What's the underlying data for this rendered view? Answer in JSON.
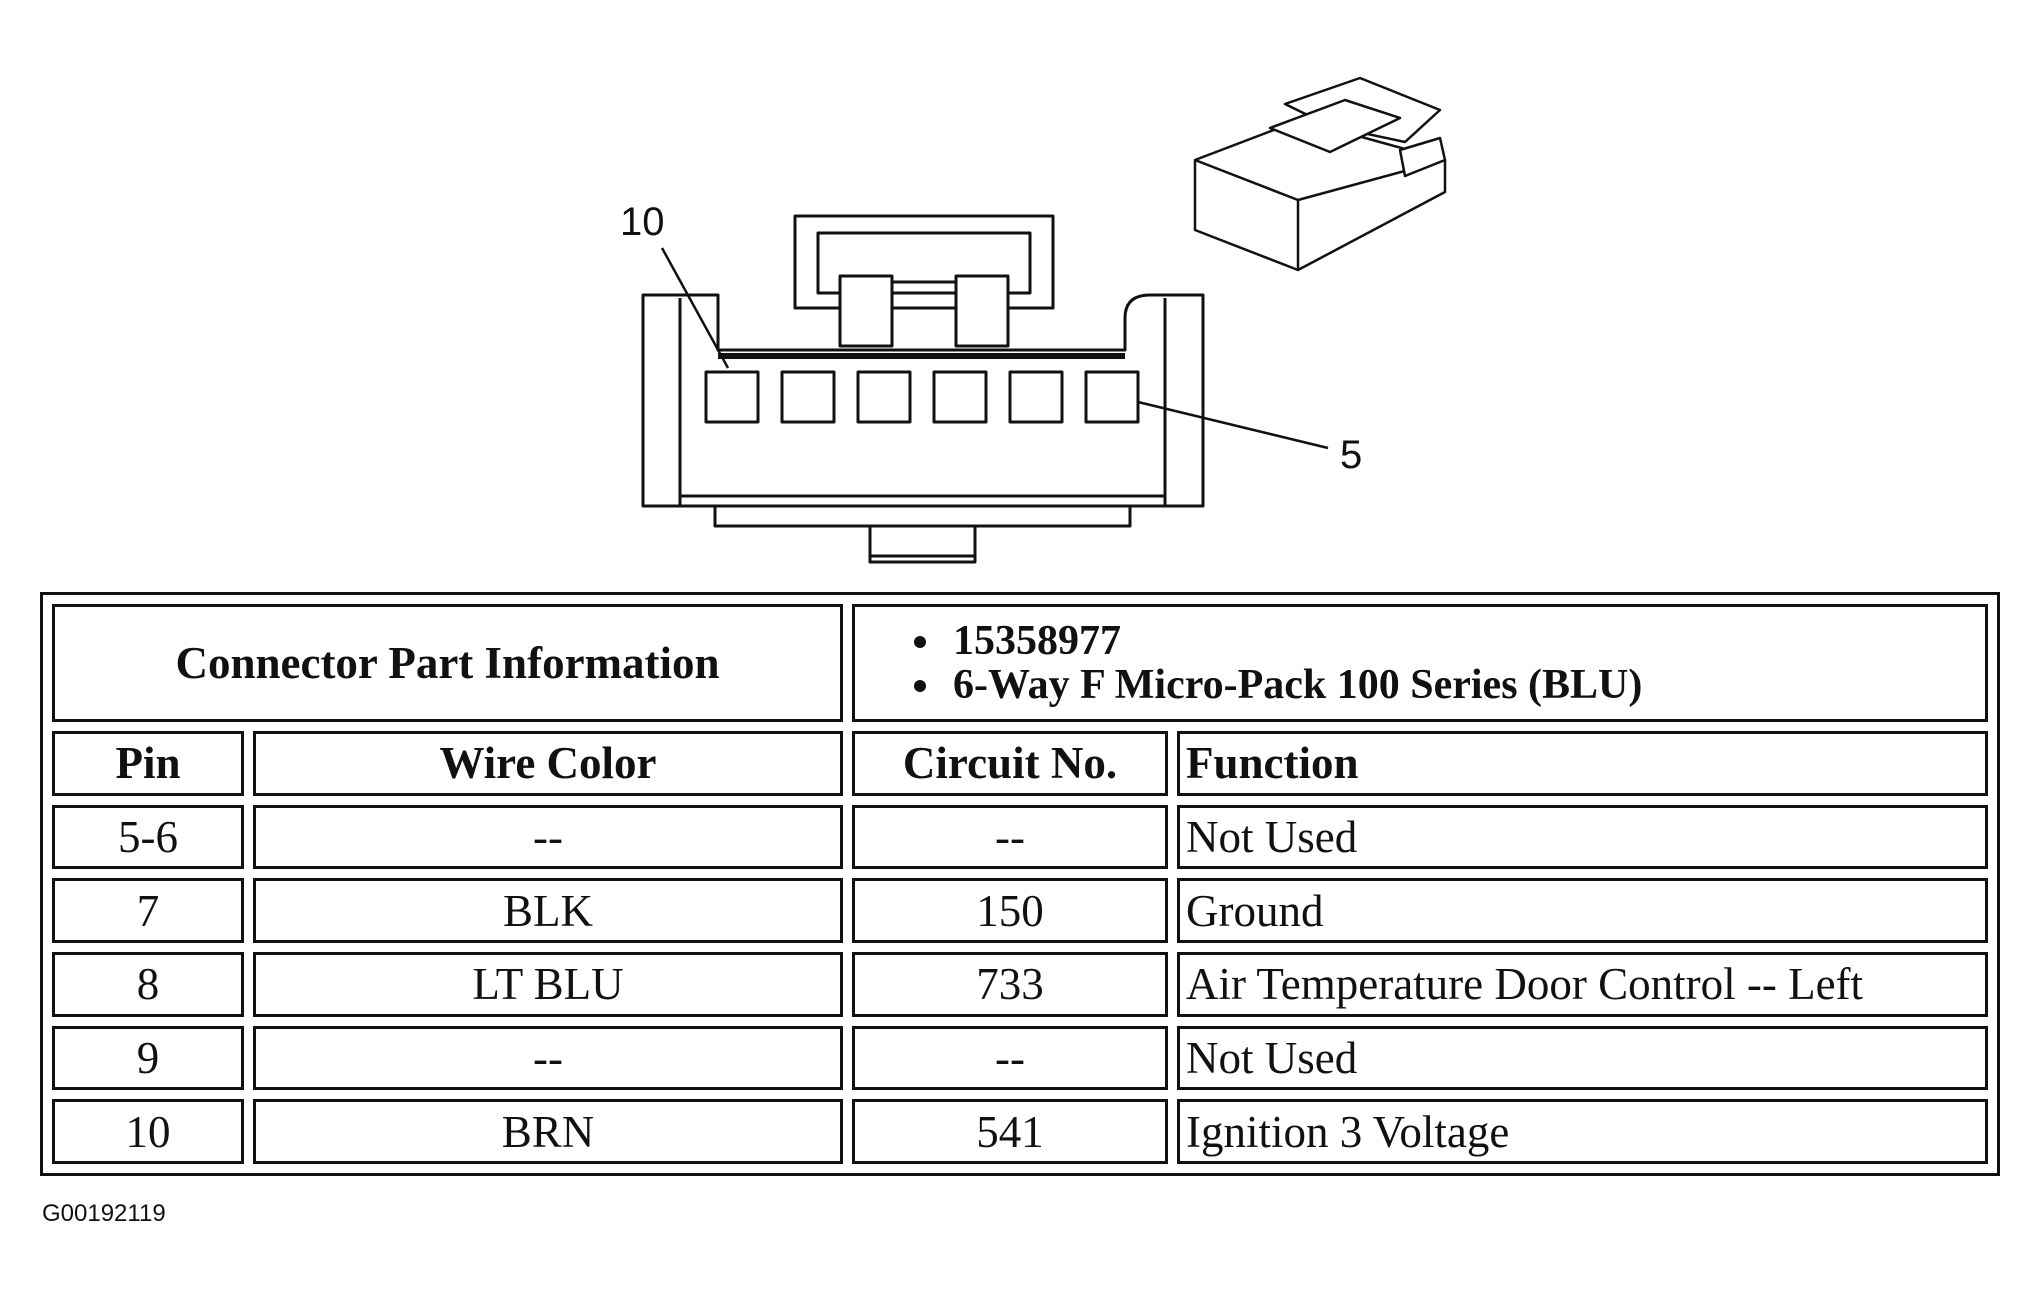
{
  "diagram": {
    "callout_left": "10",
    "callout_right": "5",
    "cavity_count": 6
  },
  "table": {
    "part_info_label": "Connector Part Information",
    "part_info_items": [
      "15358977",
      "6-Way F Micro-Pack 100 Series (BLU)"
    ],
    "headers": {
      "pin": "Pin",
      "wire_color": "Wire Color",
      "circuit": "Circuit No.",
      "function": "Function"
    },
    "rows": [
      {
        "pin": "5-6",
        "wire_color": "--",
        "circuit": "--",
        "function": "Not Used"
      },
      {
        "pin": "7",
        "wire_color": "BLK",
        "circuit": "150",
        "function": "Ground"
      },
      {
        "pin": "8",
        "wire_color": "LT BLU",
        "circuit": "733",
        "function": "Air Temperature Door Control -- Left"
      },
      {
        "pin": "9",
        "wire_color": "--",
        "circuit": "--",
        "function": "Not Used"
      },
      {
        "pin": "10",
        "wire_color": "BRN",
        "circuit": "541",
        "function": "Ignition 3 Voltage"
      }
    ]
  },
  "figure_code": "G00192119"
}
